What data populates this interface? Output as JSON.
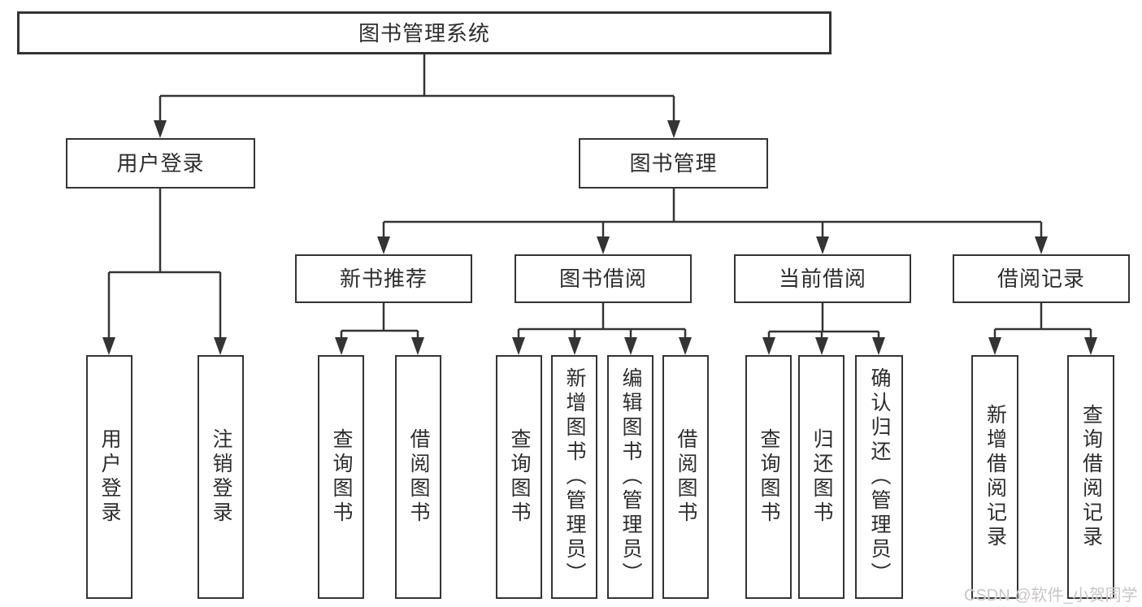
{
  "diagram": {
    "root": "图书管理系统",
    "branches": [
      {
        "label": "用户登录",
        "children": [
          "用户登录",
          "注销登录"
        ]
      },
      {
        "label": "图书管理",
        "sections": [
          {
            "label": "新书推荐",
            "children": [
              "查询图书",
              "借阅图书"
            ]
          },
          {
            "label": "图书借阅",
            "children": [
              "查询图书",
              "新增图书（管理员）",
              "编辑图书（管理员）",
              "借阅图书"
            ]
          },
          {
            "label": "当前借阅",
            "children": [
              "查询图书",
              "归还图书",
              "确认归还（管理员）"
            ]
          },
          {
            "label": "借阅记录",
            "children": [
              "新增借阅记录",
              "查询借阅记录"
            ]
          }
        ]
      }
    ]
  },
  "watermark": "CSDN @软件_小贺同学",
  "colors": {
    "line": "#343434",
    "text": "#2d2d2d",
    "box_background": "#ffffff",
    "watermark": "#cbc5c5"
  }
}
